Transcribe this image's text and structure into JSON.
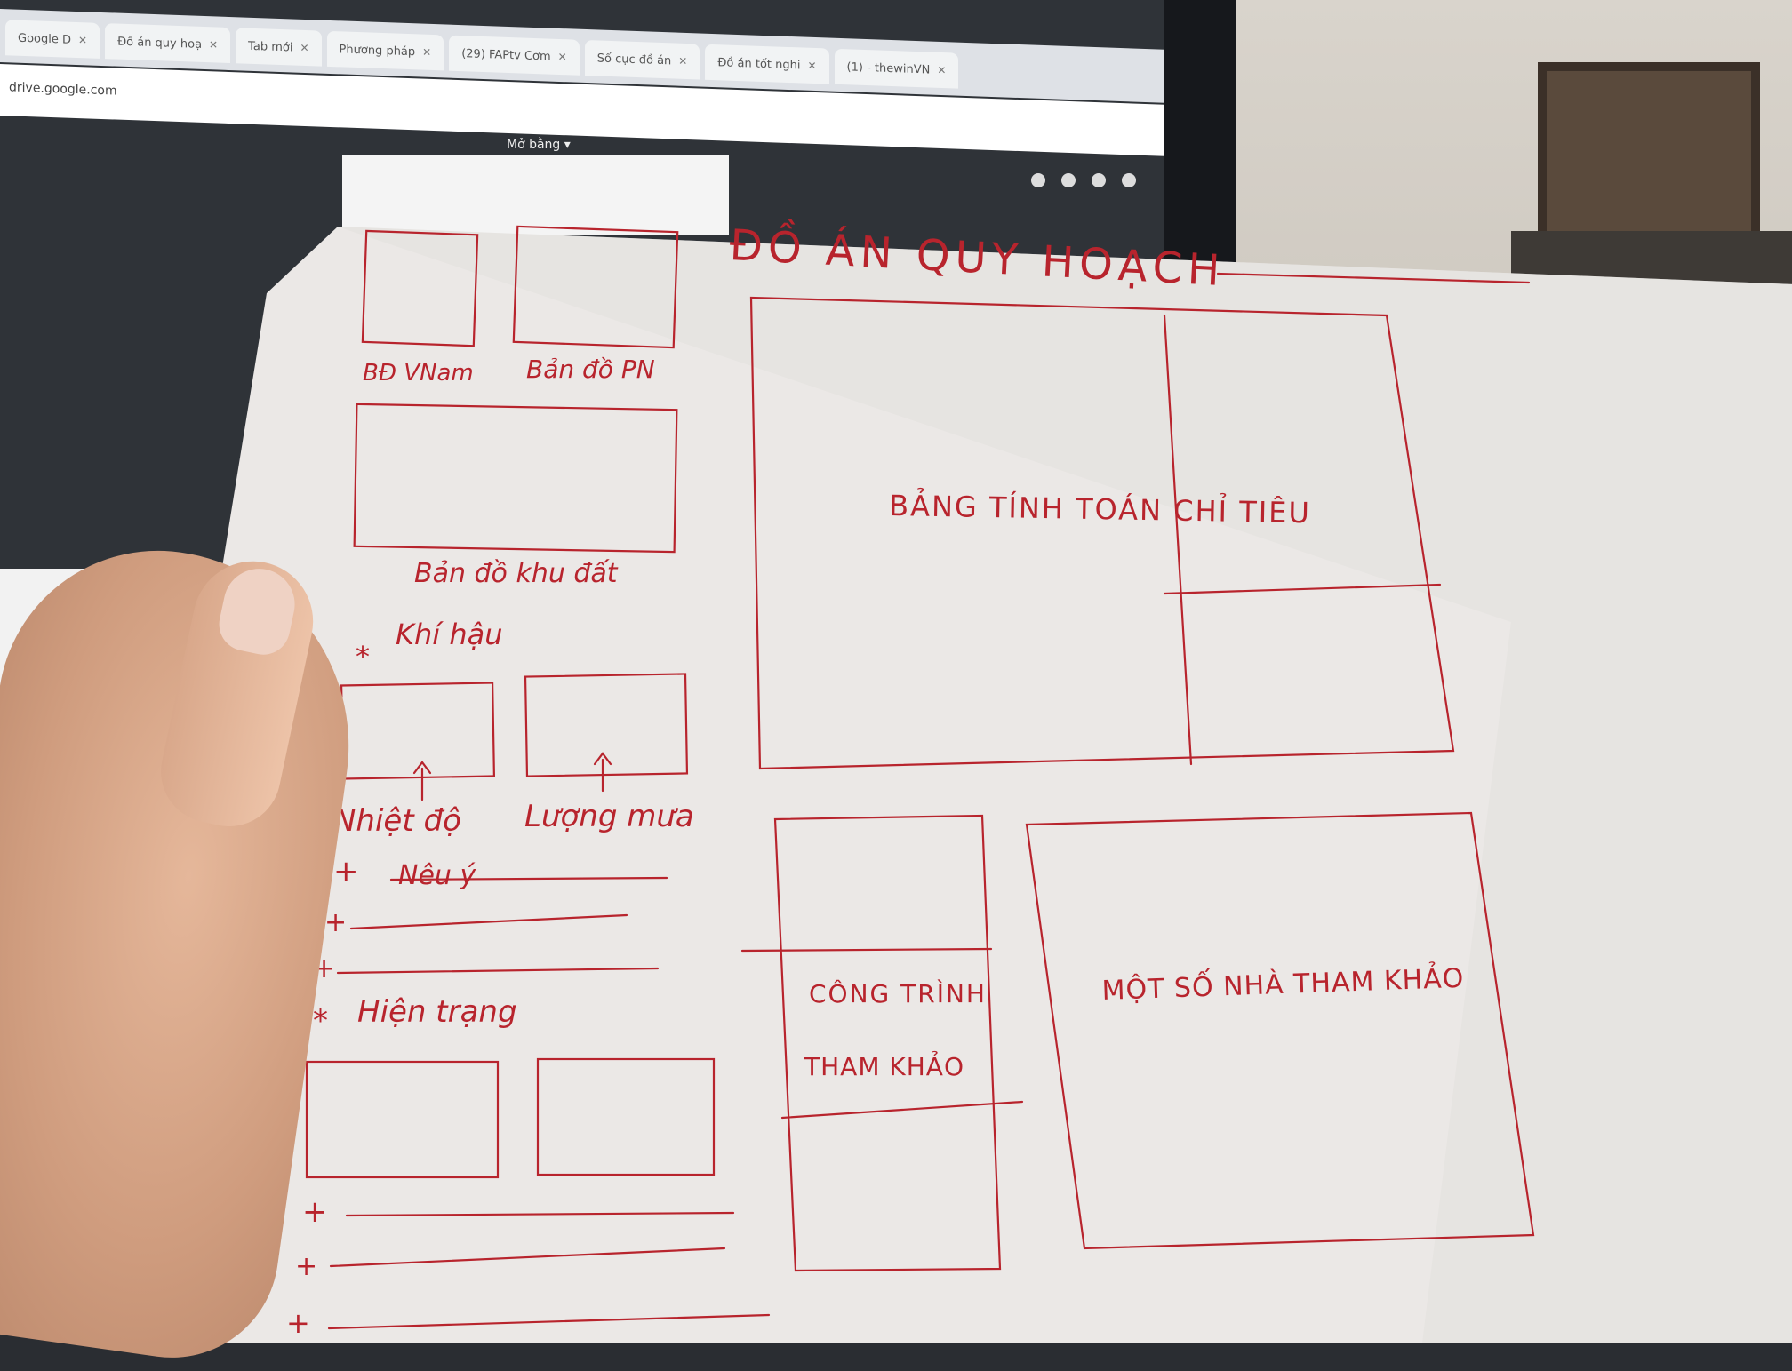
{
  "browser": {
    "tabs": [
      {
        "label": "Google D"
      },
      {
        "label": "Đồ án quy hoạ"
      },
      {
        "label": "Tab mới"
      },
      {
        "label": "Phương pháp"
      },
      {
        "label": "(29) FAPtv Cơm"
      },
      {
        "label": "Số cục đồ án"
      },
      {
        "label": "Đồ án tốt nghi"
      },
      {
        "label": "(1) - thewinVN"
      }
    ],
    "url": "drive.google.com",
    "doc_title": "Mở bằng"
  },
  "sketch": {
    "title": "ĐỒ ÁN QUY HOẠCH",
    "labels": {
      "bd_vnam": "BĐ VNam",
      "ban_do_pn": "Bản đồ PN",
      "ban_do_khu_dat": "Bản đồ khu đất",
      "khi_hau": "Khí hậu",
      "nhiet_do": "Nhiệt độ",
      "luong_mua": "Lượng mưa",
      "neu_y": "Nêu ý",
      "hien_trang": "Hiện trạng",
      "bang_tinh": "BẢNG TÍNH TOÁN CHỈ TIÊU",
      "cong_trinh_1": "CÔNG TRÌNH",
      "cong_trinh_2": "THAM KHẢO",
      "mot_so_nha": "MỘT SỐ NHÀ THAM KHẢO"
    },
    "bullets": {
      "plus": "+",
      "star": "*"
    },
    "ink_color": "#b8242d"
  }
}
